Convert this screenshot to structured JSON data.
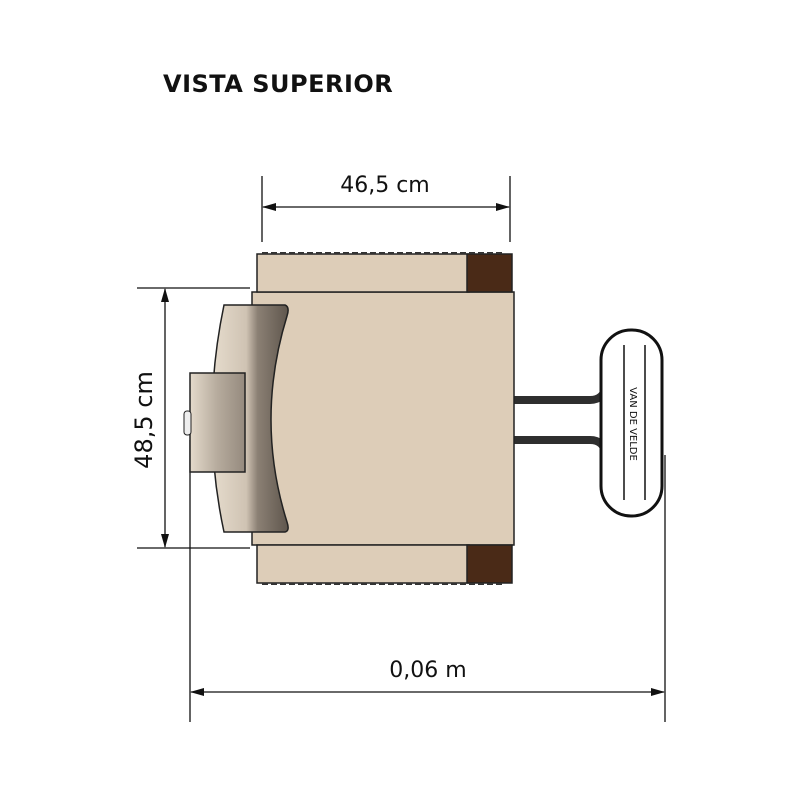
{
  "title": "VISTA SUPERIOR",
  "dimensions": {
    "width": "46,5 cm",
    "depth": "48,5 cm",
    "overall": "0,06 m"
  },
  "logo_text": "VAN DE VELDE",
  "colors": {
    "upholstery": "#ddcdb8",
    "wood": "#4a2a17",
    "backrest_shadow": "#7a6f63",
    "line": "#111111"
  }
}
